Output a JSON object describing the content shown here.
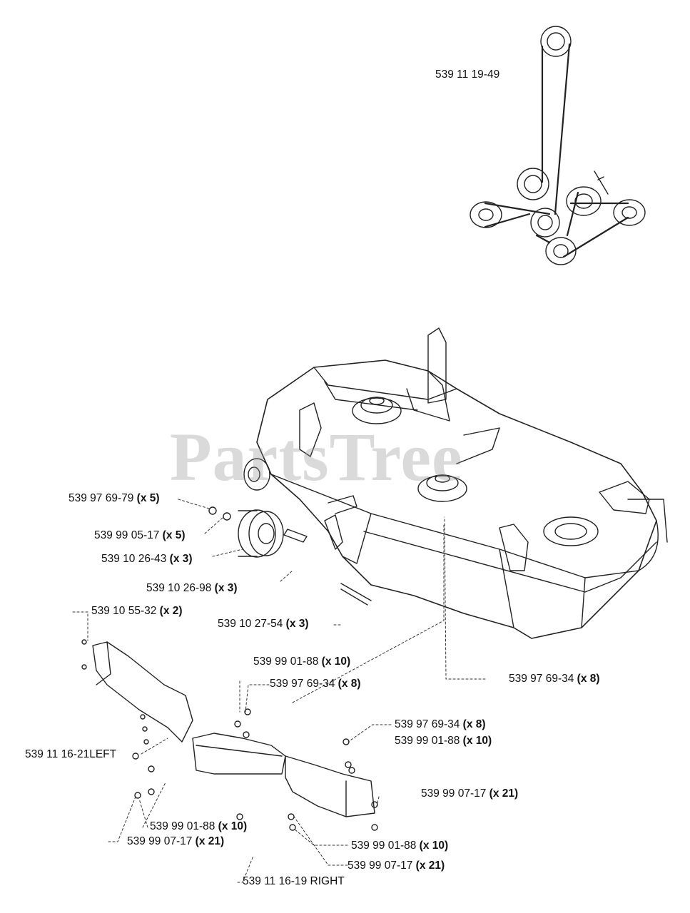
{
  "watermark": "PartsTree",
  "callouts": {
    "belt": {
      "part": "539 11 19-49",
      "qty": ""
    },
    "nut_wheel": {
      "part": "539 97 69-79",
      "qty": "(x 5)"
    },
    "washer_wheel": {
      "part": "539 99 05-17",
      "qty": "(x 5)"
    },
    "wheel": {
      "part": "539 10 26-43",
      "qty": "(x 3)"
    },
    "bushing": {
      "part": "539 10 26-98",
      "qty": "(x 3)"
    },
    "pin": {
      "part": "539 10 55-32",
      "qty": "(x 2)"
    },
    "bolt_wheel": {
      "part": "539 10 27-54",
      "qty": "(x 3)"
    },
    "washer_a": {
      "part": "539 99 01-88",
      "qty": "(x 10)"
    },
    "nut_a": {
      "part": "539 97 69-34",
      "qty": "(x 8)"
    },
    "nut_deck": {
      "part": "539 97 69-34",
      "qty": "(x 8)"
    },
    "nut_b": {
      "part": "539 97 69-34",
      "qty": "(x 8)"
    },
    "washer_b": {
      "part": "539 99 01-88",
      "qty": "(x 10)"
    },
    "shield_left": {
      "part": "539 11 16-21LEFT",
      "qty": ""
    },
    "bolt_a": {
      "part": "539 99 07-17",
      "qty": "(x 21)"
    },
    "washer_c": {
      "part": "539 99 01-88",
      "qty": "(x 10)"
    },
    "bolt_b": {
      "part": "539 99 07-17",
      "qty": "(x 21)"
    },
    "washer_d": {
      "part": "539 99 01-88",
      "qty": "(x 10)"
    },
    "bolt_c": {
      "part": "539 99 07-17",
      "qty": "(x 21)"
    },
    "shield_right": {
      "part": "539 11 16-19 RIGHT",
      "qty": ""
    }
  }
}
